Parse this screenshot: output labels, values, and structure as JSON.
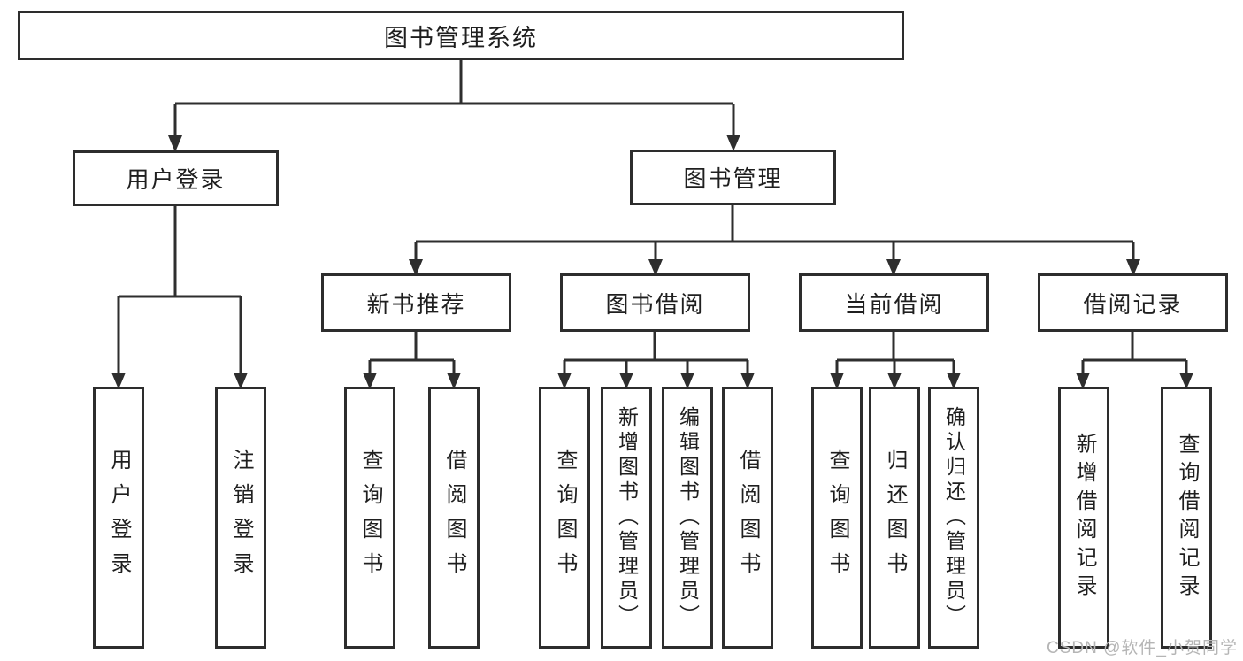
{
  "tree": {
    "root": {
      "label": "图书管理系统",
      "children": [
        {
          "label": "用户登录",
          "children": [
            {
              "label": "用户登录"
            },
            {
              "label": "注销登录"
            }
          ]
        },
        {
          "label": "图书管理",
          "children": [
            {
              "label": "新书推荐",
              "children": [
                {
                  "label": "查询图书"
                },
                {
                  "label": "借阅图书"
                }
              ]
            },
            {
              "label": "图书借阅",
              "children": [
                {
                  "label": "查询图书"
                },
                {
                  "label": "新增图书（管理员）"
                },
                {
                  "label": "编辑图书（管理员）"
                },
                {
                  "label": "借阅图书"
                }
              ]
            },
            {
              "label": "当前借阅",
              "children": [
                {
                  "label": "查询图书"
                },
                {
                  "label": "归还图书"
                },
                {
                  "label": "确认归还（管理员）"
                }
              ]
            },
            {
              "label": "借阅记录",
              "children": [
                {
                  "label": "新增借阅记录"
                },
                {
                  "label": "查询借阅记录"
                }
              ]
            }
          ]
        }
      ]
    }
  },
  "watermark": {
    "text": "CSDN @软件_小贺同学"
  },
  "colors": {
    "line": "#2e2e2e",
    "box_border": "#2d2d2d",
    "text": "#1f1f1f",
    "background": "#ffffff",
    "watermark": "#b5b5b5"
  }
}
